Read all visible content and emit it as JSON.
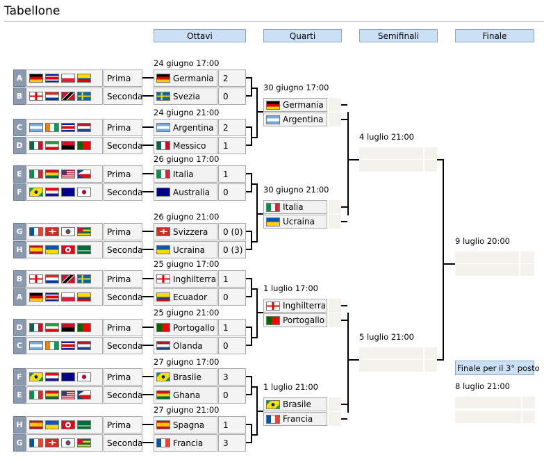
{
  "title": "Tabellone",
  "headers": {
    "ottavi": "Ottavi",
    "quarti": "Quarti",
    "semi": "Semifinali",
    "finale": "Finale"
  },
  "groups": [
    {
      "letter": "A",
      "pos": "Prima",
      "flags": [
        "de",
        "cr",
        "pl",
        "ec"
      ]
    },
    {
      "letter": "B",
      "pos": "Seconda",
      "flags": [
        "en",
        "py",
        "tt",
        "se"
      ]
    },
    {
      "letter": "C",
      "pos": "Prima",
      "flags": [
        "ar",
        "ci",
        "cr",
        "nl"
      ]
    },
    {
      "letter": "D",
      "pos": "Seconda",
      "flags": [
        "mx",
        "ir",
        "ao",
        "pt"
      ]
    },
    {
      "letter": "E",
      "pos": "Prima",
      "flags": [
        "it",
        "gh",
        "us",
        "cz"
      ]
    },
    {
      "letter": "F",
      "pos": "Seconda",
      "flags": [
        "br",
        "hr",
        "au",
        "jp"
      ]
    },
    {
      "letter": "G",
      "pos": "Prima",
      "flags": [
        "fr",
        "ch",
        "kr",
        "tg"
      ]
    },
    {
      "letter": "H",
      "pos": "Seconda",
      "flags": [
        "es",
        "ua",
        "tn",
        "sa"
      ]
    },
    {
      "letter": "B",
      "pos": "Prima",
      "flags": [
        "en",
        "py",
        "tt",
        "se"
      ]
    },
    {
      "letter": "A",
      "pos": "Seconda",
      "flags": [
        "de",
        "cr",
        "pl",
        "ec"
      ]
    },
    {
      "letter": "D",
      "pos": "Prima",
      "flags": [
        "mx",
        "ir",
        "ao",
        "pt"
      ]
    },
    {
      "letter": "C",
      "pos": "Seconda",
      "flags": [
        "ar",
        "ci",
        "cr",
        "nl"
      ]
    },
    {
      "letter": "F",
      "pos": "Prima",
      "flags": [
        "br",
        "hr",
        "au",
        "jp"
      ]
    },
    {
      "letter": "E",
      "pos": "Seconda",
      "flags": [
        "it",
        "gh",
        "us",
        "cz"
      ]
    },
    {
      "letter": "H",
      "pos": "Prima",
      "flags": [
        "es",
        "ua",
        "tn",
        "sa"
      ]
    },
    {
      "letter": "G",
      "pos": "Seconda",
      "flags": [
        "fr",
        "ch",
        "kr",
        "tg"
      ]
    }
  ],
  "ottavi": [
    {
      "date": "24 giugno 17:00",
      "teams": [
        {
          "flag": "de",
          "name": "Germania",
          "score": "2"
        },
        {
          "flag": "se",
          "name": "Svezia",
          "score": "0"
        }
      ]
    },
    {
      "date": "24 giugno 21:00",
      "teams": [
        {
          "flag": "ar",
          "name": "Argentina",
          "score": "2"
        },
        {
          "flag": "mx",
          "name": "Messico",
          "score": "1"
        }
      ]
    },
    {
      "date": "26 giugno 17:00",
      "teams": [
        {
          "flag": "it",
          "name": "Italia",
          "score": "1"
        },
        {
          "flag": "au",
          "name": "Australia",
          "score": "0"
        }
      ]
    },
    {
      "date": "26 giugno 21:00",
      "teams": [
        {
          "flag": "ch",
          "name": "Svizzera",
          "score": "0 (0)"
        },
        {
          "flag": "ua",
          "name": "Ucraina",
          "score": "0 (3)"
        }
      ]
    },
    {
      "date": "25 giugno 17:00",
      "teams": [
        {
          "flag": "en",
          "name": "Inghilterra",
          "score": "1"
        },
        {
          "flag": "ec",
          "name": "Ecuador",
          "score": "0"
        }
      ]
    },
    {
      "date": "25 giugno 21:00",
      "teams": [
        {
          "flag": "pt",
          "name": "Portogallo",
          "score": "1"
        },
        {
          "flag": "nl",
          "name": "Olanda",
          "score": "0"
        }
      ]
    },
    {
      "date": "27 giugno 17:00",
      "teams": [
        {
          "flag": "br",
          "name": "Brasile",
          "score": "3"
        },
        {
          "flag": "gh",
          "name": "Ghana",
          "score": "0"
        }
      ]
    },
    {
      "date": "27 giugno 21:00",
      "teams": [
        {
          "flag": "es",
          "name": "Spagna",
          "score": "1"
        },
        {
          "flag": "fr",
          "name": "Francia",
          "score": "3"
        }
      ]
    }
  ],
  "quarti": [
    {
      "date": "30 giugno 17:00",
      "teams": [
        {
          "flag": "de",
          "name": "Germania"
        },
        {
          "flag": "ar",
          "name": "Argentina"
        }
      ]
    },
    {
      "date": "30 giugno 21:00",
      "teams": [
        {
          "flag": "it",
          "name": "Italia"
        },
        {
          "flag": "ua",
          "name": "Ucraina"
        }
      ]
    },
    {
      "date": "1 luglio 17:00",
      "teams": [
        {
          "flag": "en",
          "name": "Inghilterra"
        },
        {
          "flag": "pt",
          "name": "Portogallo"
        }
      ]
    },
    {
      "date": "1 luglio 21:00",
      "teams": [
        {
          "flag": "br",
          "name": "Brasile"
        },
        {
          "flag": "fr",
          "name": "Francia"
        }
      ]
    }
  ],
  "semi": [
    {
      "date": "4 luglio 21:00"
    },
    {
      "date": "5 luglio 21:00"
    }
  ],
  "finale": {
    "date": "9 luglio 20:00"
  },
  "third": {
    "label": "Finale per il 3° posto",
    "date": "8 luglio 21:00"
  }
}
